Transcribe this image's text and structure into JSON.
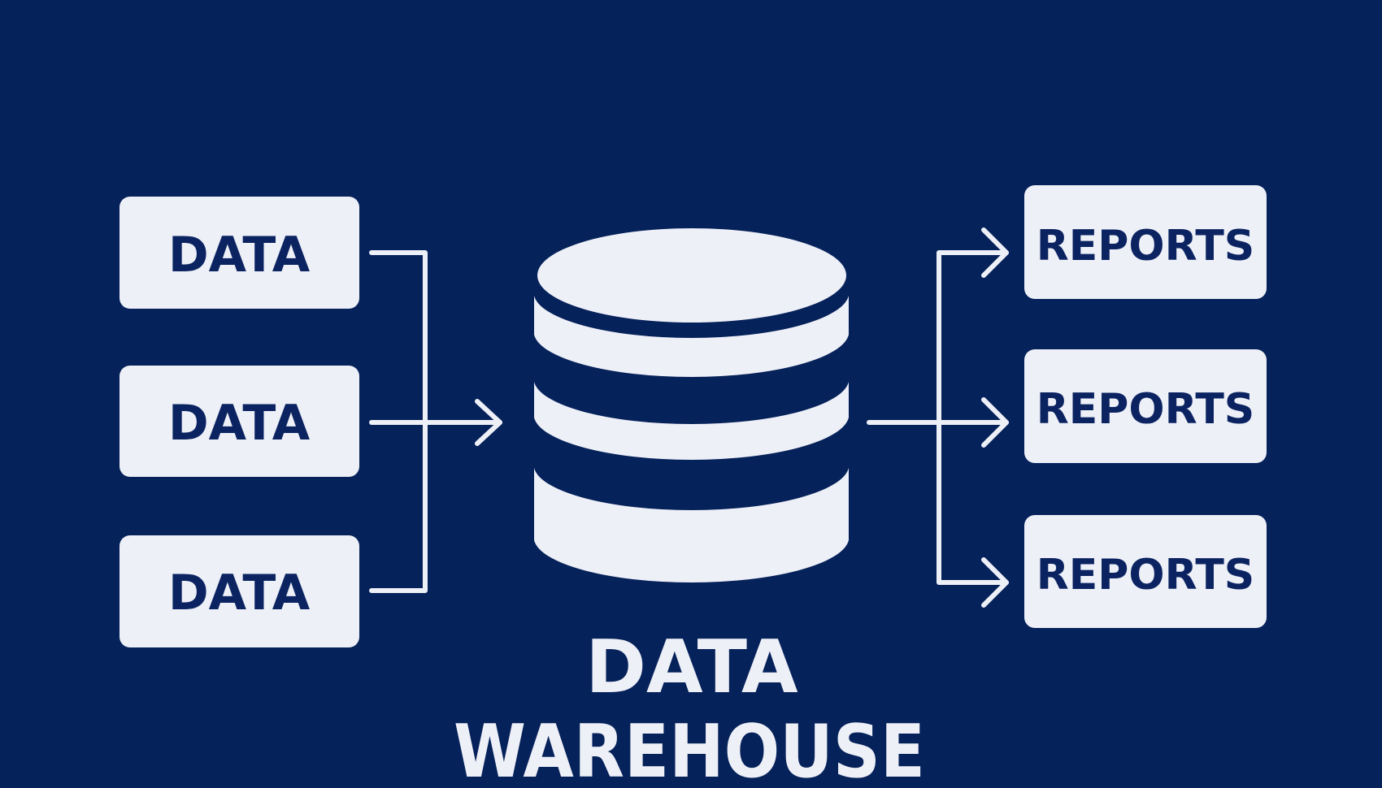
{
  "colors": {
    "background": "#06225a",
    "shape_fill": "#eef0f8",
    "box_text": "#0b2461"
  },
  "sources": [
    {
      "label": "DATA"
    },
    {
      "label": "DATA"
    },
    {
      "label": "DATA"
    }
  ],
  "outputs": [
    {
      "label": "REPORTS"
    },
    {
      "label": "REPORTS"
    },
    {
      "label": "REPORTS"
    }
  ],
  "center": {
    "icon": "database-cylinder-icon",
    "title_line1": "DATA",
    "title_line2": "WAREHOUSE"
  }
}
